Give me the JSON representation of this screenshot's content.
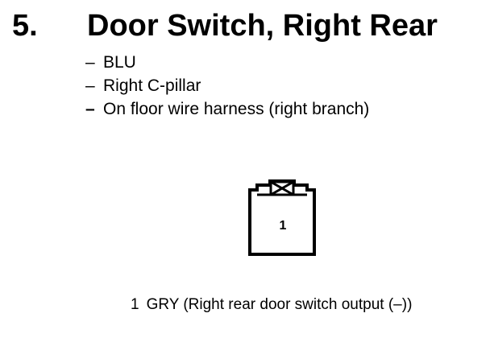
{
  "section": {
    "number": "5.",
    "title": "Door Switch, Right Rear"
  },
  "specs": [
    {
      "dash": "–",
      "text": "BLU",
      "dash_bold": false
    },
    {
      "dash": "–",
      "text": "Right C-pillar",
      "dash_bold": false
    },
    {
      "dash": "–",
      "text": "On floor wire harness (right branch)",
      "dash_bold": true
    }
  ],
  "connector": {
    "pin_label": "1"
  },
  "pins": [
    {
      "number": "1",
      "description": "GRY (Right rear door switch output (–))"
    }
  ]
}
